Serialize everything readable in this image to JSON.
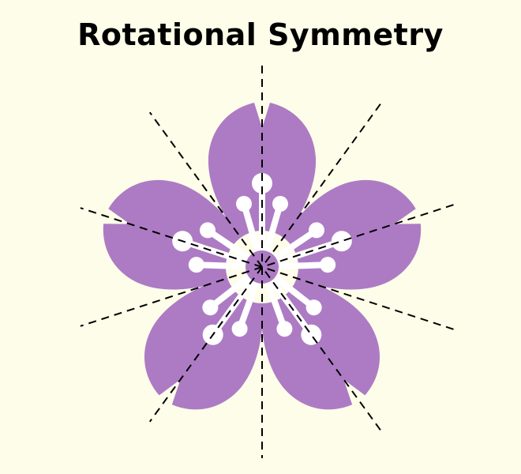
{
  "title": "Rotational Symmetry",
  "colors": {
    "background": "#fdfde9",
    "petal": "#ad7bc4",
    "center": "#fdfde9",
    "stamen": "#ffffff",
    "axis": "#000000",
    "title": "#000000"
  },
  "flower": {
    "petal_count": 5,
    "symmetry_axes": 5,
    "stamen_spokes_per_petal": 3
  }
}
